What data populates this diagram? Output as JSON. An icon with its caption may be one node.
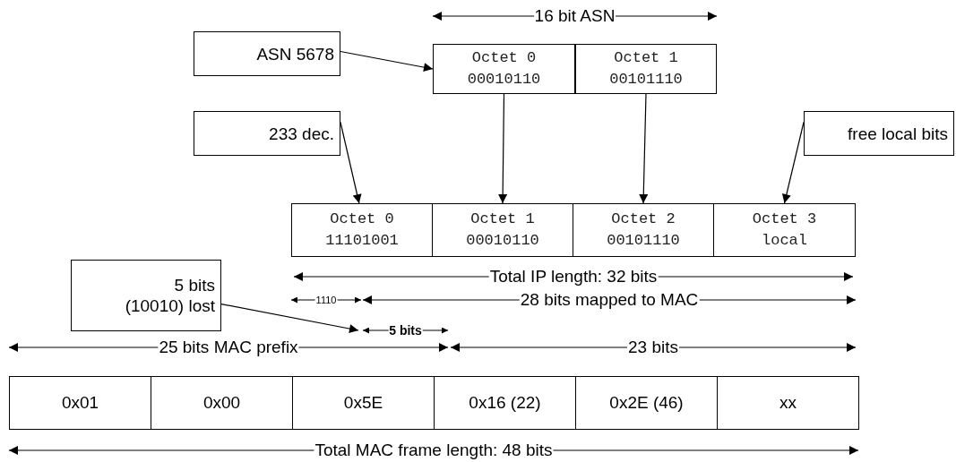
{
  "diagram": {
    "nodes": [
      {
        "text": [
          "ASN 5678"
        ]
      },
      {
        "text": [
          "Octet 0",
          "00010110"
        ]
      },
      {
        "text": [
          "Octet 1",
          "00101110"
        ]
      },
      {
        "text": [
          "233 dec."
        ]
      },
      {
        "text": [
          "free local bits"
        ]
      },
      {
        "text": [
          "Octet 0",
          "11101001"
        ]
      },
      {
        "text": [
          "Octet 1",
          "00010110"
        ]
      },
      {
        "text": [
          "Octet 2",
          "00101110"
        ]
      },
      {
        "text": [
          "Octet 3",
          "local"
        ]
      },
      {
        "text": [
          "5 bits (10010) lost"
        ]
      },
      {
        "text": [
          "0x01"
        ]
      },
      {
        "text": [
          "0x00"
        ]
      },
      {
        "text": [
          "0x5E"
        ]
      },
      {
        "text": [
          "0x16 (22)"
        ]
      },
      {
        "text": [
          "0x2E (46)"
        ]
      },
      {
        "text": [
          "xx"
        ]
      }
    ],
    "edges": [
      {
        "from": 0,
        "to": 1,
        "arrow": "to"
      },
      {
        "from": 1,
        "to": 6,
        "arrow": "to"
      },
      {
        "from": 2,
        "to": 7,
        "arrow": "to"
      },
      {
        "from": 3,
        "to": 5,
        "arrow": "to"
      },
      {
        "from": 4,
        "to": 8,
        "arrow": "to"
      },
      {
        "from": 9,
        "to": null,
        "arrow": "to"
      }
    ],
    "labels": [
      "16 bit ASN",
      "Total IP length: 32 bits",
      "1110",
      "28 bits mapped to MAC",
      "5 bits",
      "25 bits MAC prefix",
      "23 bits",
      "Total MAC frame length: 48 bits"
    ]
  }
}
